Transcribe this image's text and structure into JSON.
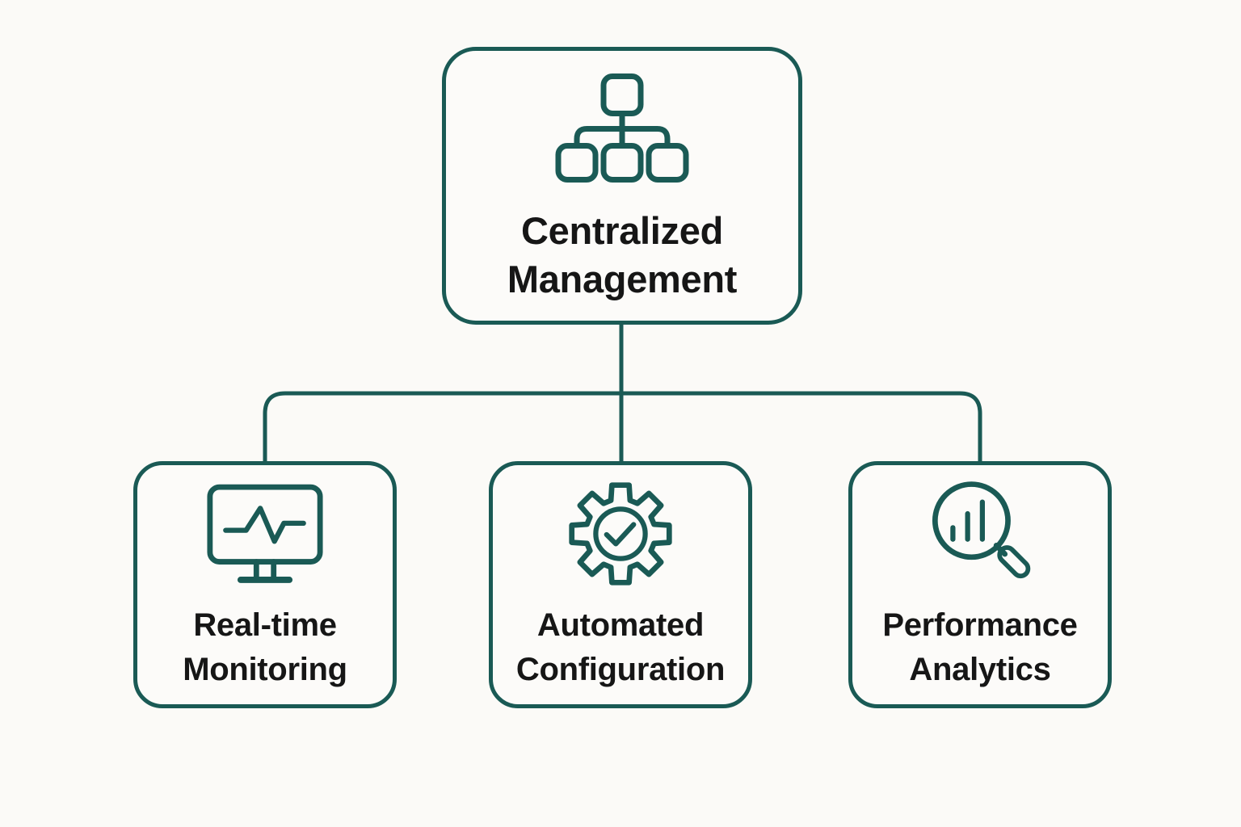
{
  "diagram": {
    "type": "tree",
    "colors": {
      "accent": "#1A5A55",
      "background": "#FBFAF7",
      "node_fill": "#FCFBF9",
      "text": "#161616"
    },
    "root": {
      "id": "centralized-management",
      "icon": "hierarchy-icon",
      "label_lines": [
        "Centralized",
        "Management"
      ]
    },
    "children": [
      {
        "id": "real-time-monitoring",
        "icon": "monitor-pulse-icon",
        "label_lines": [
          "Real-time",
          "Monitoring"
        ]
      },
      {
        "id": "automated-configuration",
        "icon": "gear-check-icon",
        "label_lines": [
          "Automated",
          "Configuration"
        ]
      },
      {
        "id": "performance-analytics",
        "icon": "magnifier-chart-icon",
        "label_lines": [
          "Performance",
          "Analytics"
        ]
      }
    ]
  }
}
